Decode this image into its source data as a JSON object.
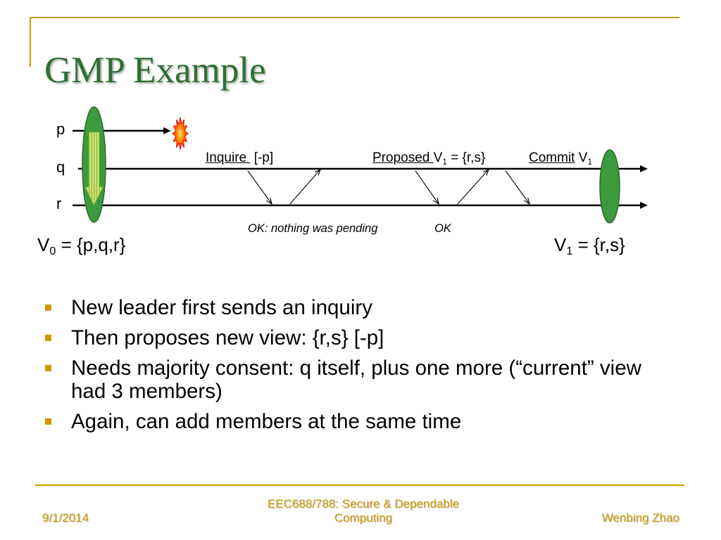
{
  "slide": {
    "title": "GMP Example",
    "bullets": [
      "New leader first sends an inquiry",
      "Then proposes new view: {r,s} [-p]",
      "Needs majority consent: q itself, plus one more (“current” view had 3 members)",
      "Again, can add members at the same time"
    ]
  },
  "diagram": {
    "processes": [
      "p",
      "q",
      "r"
    ],
    "inquire": {
      "action": "Inquire",
      "excluded": "[-p]"
    },
    "proposed": {
      "action": "Proposed",
      "view_symbol": "V",
      "view_subscript": "1",
      "view_value": "= {r,s}"
    },
    "commit": {
      "action": "Commit",
      "view_symbol": "V",
      "view_subscript": "1"
    },
    "ok_reply_1": "OK: nothing was pending",
    "ok_reply_2": "OK",
    "old_view": {
      "symbol": "V",
      "subscript": "0",
      "value": "= {p,q,r}"
    },
    "new_view": {
      "symbol": "V",
      "subscript": "1",
      "value": "= {r,s}"
    },
    "crash_icon": "explosion-icon"
  },
  "footer": {
    "date": "9/1/2014",
    "course": "EEC688/788: Secure & Dependable Computing",
    "author": "Wenbing Zhao"
  },
  "colors": {
    "title": "#2F6F32",
    "accent": "#CC9900",
    "view_ellipse": "#3C9A3C",
    "crash": "#FF3300"
  }
}
